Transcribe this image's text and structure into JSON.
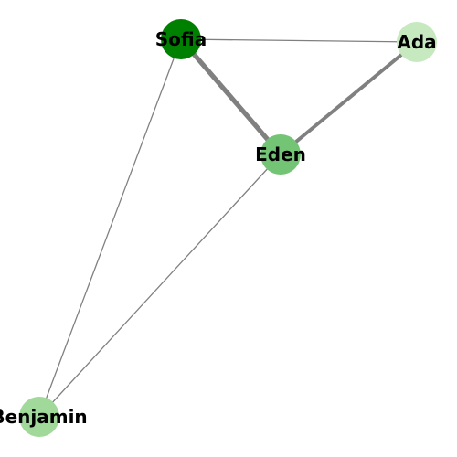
{
  "graph": {
    "nodes": [
      {
        "id": "sofia",
        "label": "Sofia",
        "color": "#008000"
      },
      {
        "id": "ada",
        "label": "Ada",
        "color": "#c7e9c0"
      },
      {
        "id": "eden",
        "label": "Eden",
        "color": "#74c476"
      },
      {
        "id": "benjamin",
        "label": "Benjamin",
        "color": "#a1d99b"
      }
    ],
    "edges": [
      {
        "source": "sofia",
        "target": "eden",
        "weight": 4
      },
      {
        "source": "ada",
        "target": "eden",
        "weight": 3
      },
      {
        "source": "sofia",
        "target": "ada",
        "weight": 1
      },
      {
        "source": "sofia",
        "target": "benjamin",
        "weight": 1
      },
      {
        "source": "eden",
        "target": "benjamin",
        "weight": 1
      }
    ],
    "edge_color": "#808080"
  }
}
